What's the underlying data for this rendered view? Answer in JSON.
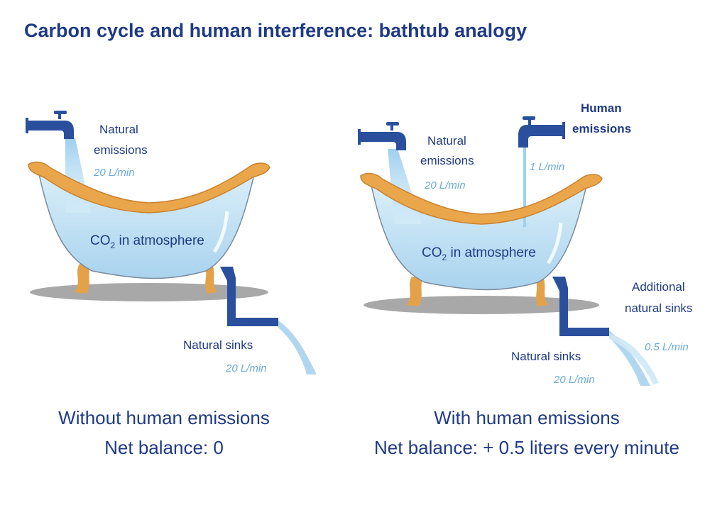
{
  "title": "Carbon cycle and human interference: bathtub analogy",
  "colors": {
    "text": "#1f3a86",
    "rate_text": "#6aa9da",
    "tap": "#2a4f9c",
    "water": "#bfe0f2",
    "tub_rim": "#eaa64a",
    "feet": "#e3a24a",
    "shadow": "#a8a8a8",
    "drain_pipe": "#2a4f9c"
  },
  "left": {
    "natural_emissions": [
      "Natural",
      "emissions"
    ],
    "natural_emissions_rate": "20 L/min",
    "atmosphere_prefix": "CO",
    "atmosphere_sub": "2",
    "atmosphere_suffix": " in atmosphere",
    "natural_sinks": "Natural sinks",
    "natural_sinks_rate": "20 L/min",
    "caption_line1": "Without human emissions",
    "caption_line2": "Net balance: 0"
  },
  "right": {
    "natural_emissions": [
      "Natural",
      "emissions"
    ],
    "natural_emissions_rate": "20 L/min",
    "human_emissions": [
      "Human",
      "emissions"
    ],
    "human_emissions_rate": "1 L/min",
    "atmosphere_prefix": "CO",
    "atmosphere_sub": "2",
    "atmosphere_suffix": " in atmosphere",
    "additional_sinks": [
      "Additional",
      "natural sinks"
    ],
    "additional_sinks_rate": "0.5 L/min",
    "natural_sinks": "Natural sinks",
    "natural_sinks_rate": "20 L/min",
    "caption_line1": "With human emissions",
    "caption_line2": "Net balance: + 0.5 liters every minute"
  }
}
